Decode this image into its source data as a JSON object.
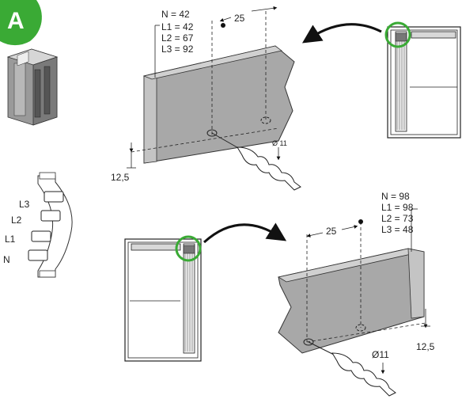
{
  "badge": {
    "letter": "A",
    "color": "#3aaa35"
  },
  "colors": {
    "highlight_ring": "#3aaa35",
    "panel_face": "#a8a8a8",
    "panel_top": "#d0d0d0",
    "busbar": "#808080"
  },
  "phase_labels": [
    "L3",
    "L2",
    "L1",
    "N"
  ],
  "top_panel": {
    "values": [
      "N = 42",
      "L1 = 42",
      "L2 = 67",
      "L3 = 92"
    ],
    "spacing": "25",
    "margin": "12,5",
    "drill": "Ø 11"
  },
  "bottom_panel": {
    "values": [
      "N = 98",
      "L1 = 98",
      "L2 = 73",
      "L3 = 48"
    ],
    "spacing": "25",
    "margin": "12,5",
    "drill": "Ø11"
  }
}
